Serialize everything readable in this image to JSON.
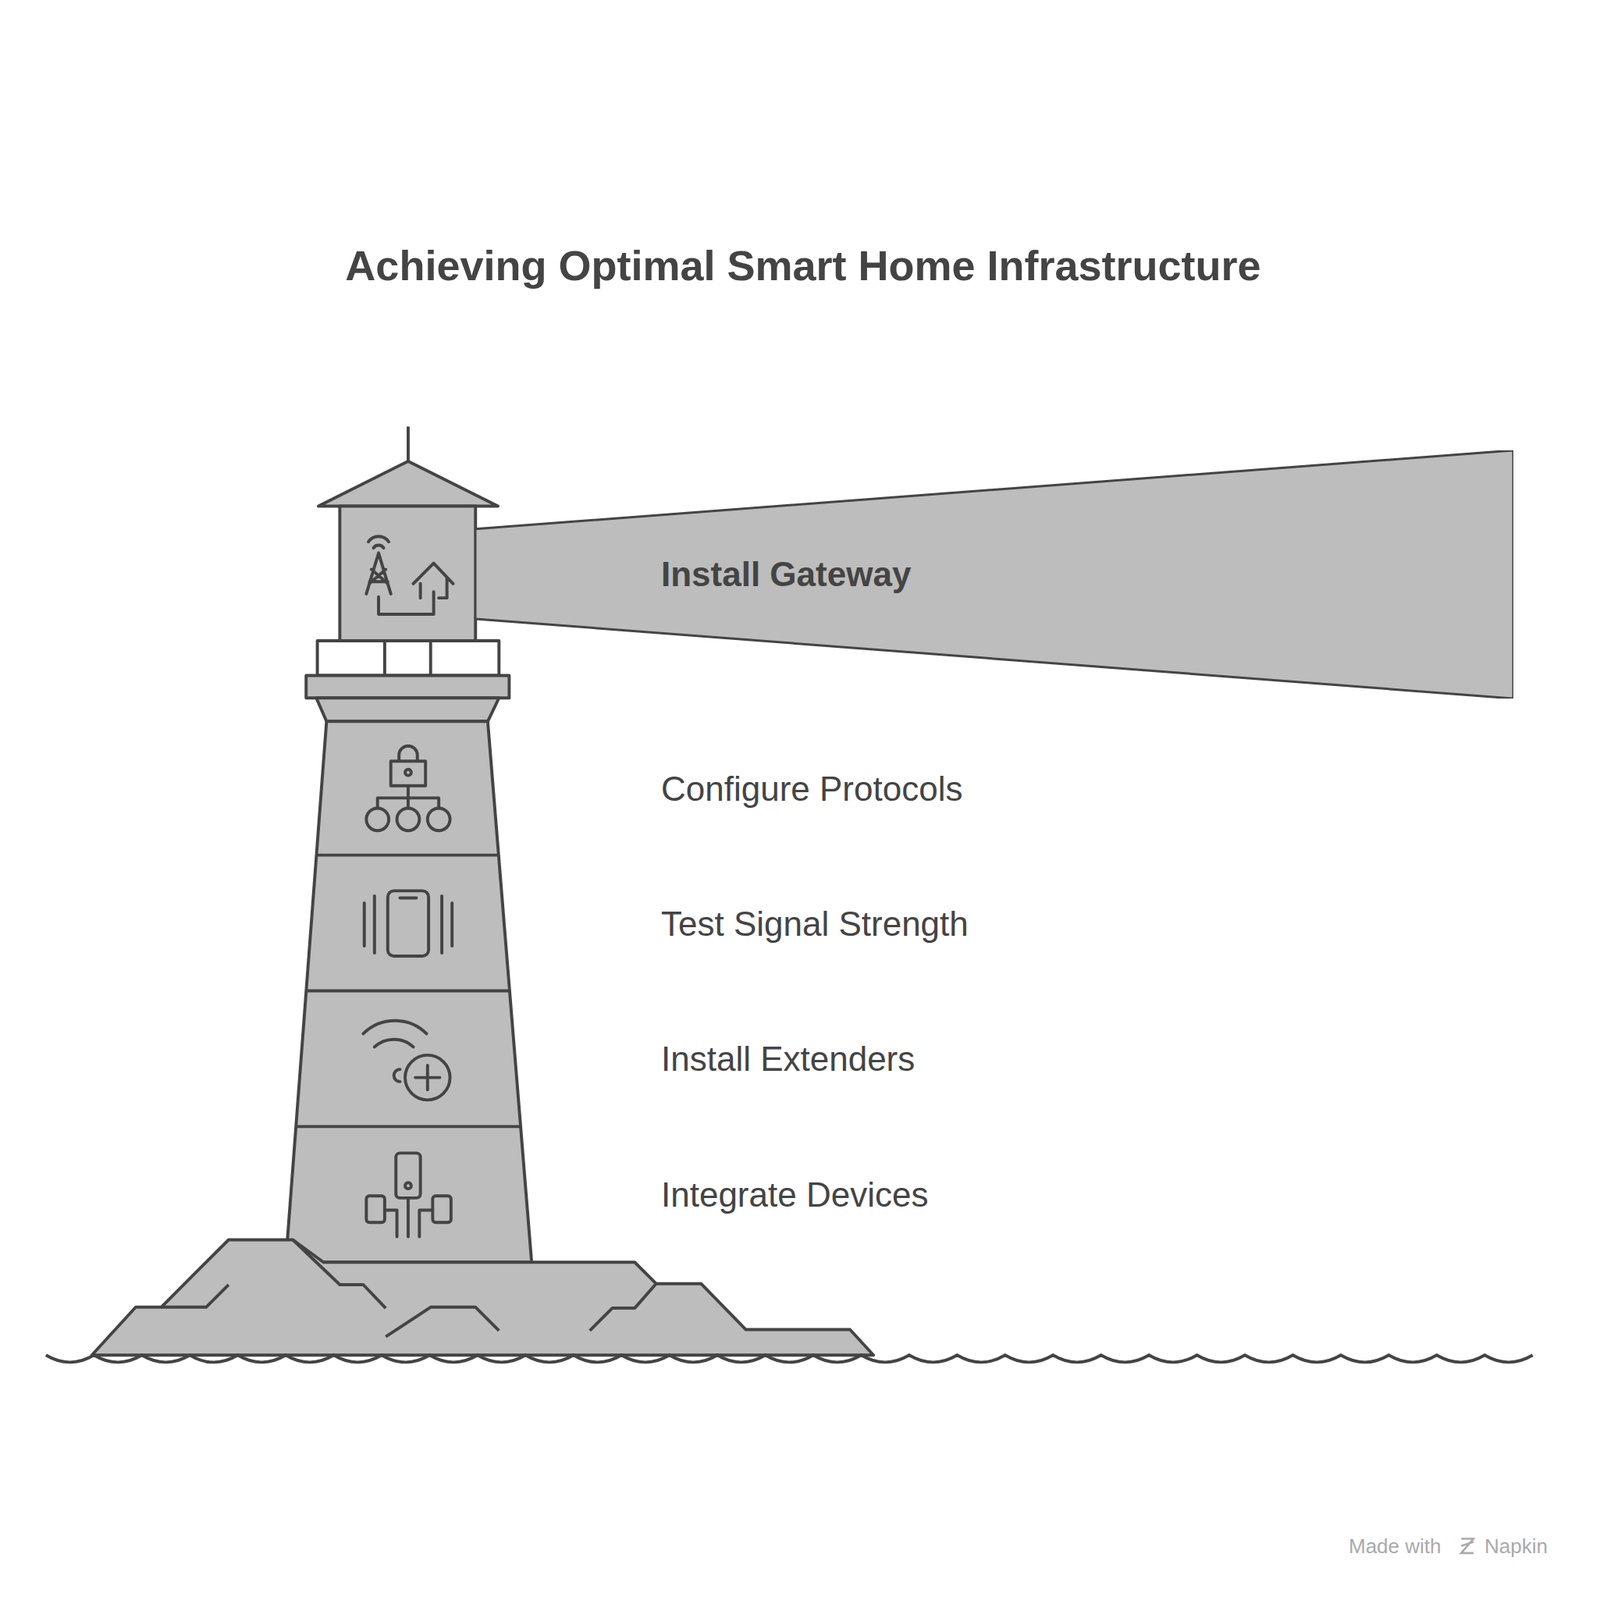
{
  "diagram": {
    "title": "Achieving Optimal Smart Home Infrastructure",
    "nodes": [
      {
        "text": [
          "Install Gateway"
        ]
      }
    ],
    "labels": [
      "Configure Protocols",
      "Test Signal Strength",
      "Install Extenders",
      "Integrate Devices",
      "Made with",
      "Napkin"
    ]
  }
}
